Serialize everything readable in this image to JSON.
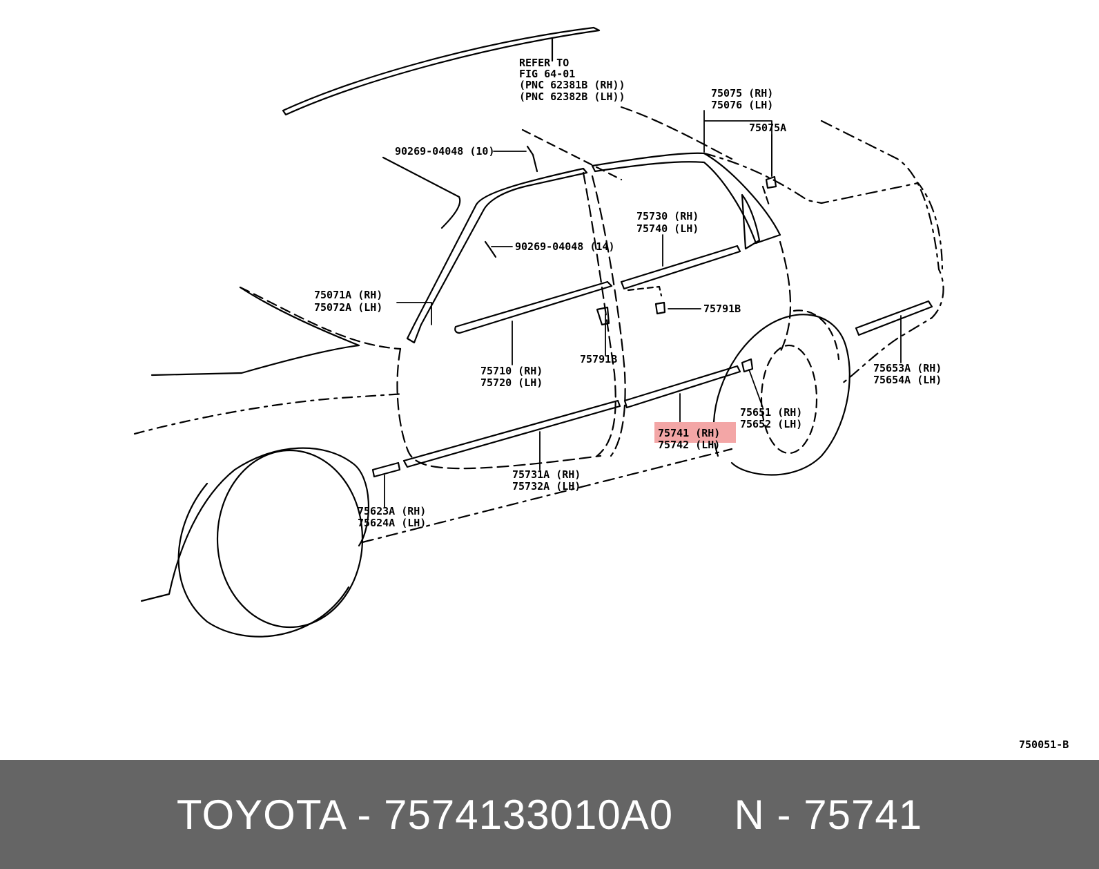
{
  "diagram": {
    "figure_id": "750051-B",
    "refer_note": [
      "REFER TO",
      "FIG 64-01",
      "(PNC 62381B (RH))",
      "(PNC 62382B (LH))"
    ],
    "highlight_color": "#f3a6a6",
    "parts": [
      {
        "id": "p75075",
        "lines": [
          "75075 (RH)",
          "75076 (LH)"
        ]
      },
      {
        "id": "p75075A",
        "lines": [
          "75075A"
        ]
      },
      {
        "id": "p90269a",
        "lines": [
          "90269-04048 (10)"
        ]
      },
      {
        "id": "p90269b",
        "lines": [
          "90269-04048 (14)"
        ]
      },
      {
        "id": "p75730",
        "lines": [
          "75730 (RH)",
          "75740 (LH)"
        ]
      },
      {
        "id": "p75071A",
        "lines": [
          "75071A (RH)",
          "75072A (LH)"
        ]
      },
      {
        "id": "p75791B_r",
        "lines": [
          "75791B"
        ]
      },
      {
        "id": "p75791B_c",
        "lines": [
          "75791B"
        ]
      },
      {
        "id": "p75710",
        "lines": [
          "75710 (RH)",
          "75720 (LH)"
        ]
      },
      {
        "id": "p75653A",
        "lines": [
          "75653A (RH)",
          "75654A (LH)"
        ]
      },
      {
        "id": "p75651",
        "lines": [
          "75651 (RH)",
          "75652 (LH)"
        ]
      },
      {
        "id": "p75741",
        "lines": [
          "75741 (RH)",
          "75742 (LH)"
        ],
        "highlighted": true
      },
      {
        "id": "p75731A",
        "lines": [
          "75731A (RH)",
          "75732A (LH)"
        ]
      },
      {
        "id": "p75623A",
        "lines": [
          "75623A (RH)",
          "75624A (LH)"
        ]
      }
    ]
  },
  "footer": {
    "brand": "TOYOTA",
    "separator": " - ",
    "part_number": "7574133010A0",
    "gap": "     ",
    "ref_prefix": "N",
    "ref_number": "75741"
  }
}
